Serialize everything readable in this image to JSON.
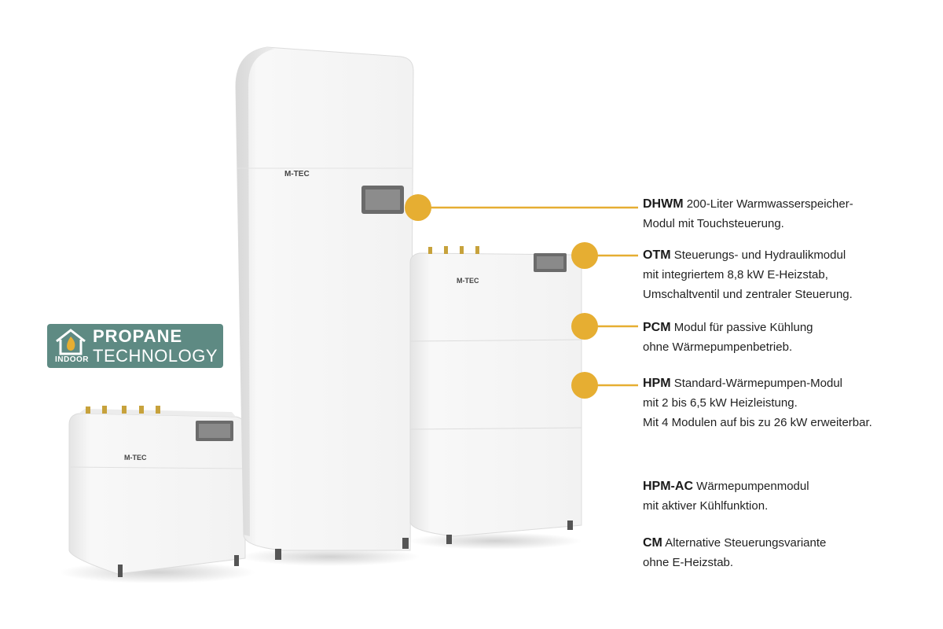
{
  "brand": {
    "logo": "M-TEC"
  },
  "badge": {
    "icon": "house-flame-icon",
    "line1": "PROPANE",
    "line2": "TECHNOLOGY",
    "small": "INDOOR",
    "color": "#5e8a83"
  },
  "colors": {
    "accent": "#e6ae32"
  },
  "modules": [
    {
      "code": "DHWM",
      "lines": [
        "200-Liter Warmwasserspeicher-",
        "Modul mit Touchsteuerung."
      ]
    },
    {
      "code": "OTM",
      "lines": [
        "Steuerungs- und Hydraulikmodul",
        "mit integriertem 8,8 kW E-Heizstab,",
        "Umschaltventil und zentraler Steuerung."
      ]
    },
    {
      "code": "PCM",
      "lines": [
        "Modul für passive Kühlung",
        "ohne Wärmepumpenbetrieb."
      ]
    },
    {
      "code": "HPM",
      "lines": [
        "Standard-Wärmepumpen-Modul",
        "mit 2 bis 6,5 kW Heizleistung.",
        "Mit 4 Modulen auf bis zu 26 kW erweiterbar."
      ]
    },
    {
      "code": "HPM-AC",
      "lines": [
        "Wärmepumpenmodul",
        "mit aktiver Kühlfunktion."
      ]
    },
    {
      "code": "CM",
      "lines": [
        "Alternative Steuerungsvariante",
        "ohne E-Heizstab."
      ]
    }
  ]
}
